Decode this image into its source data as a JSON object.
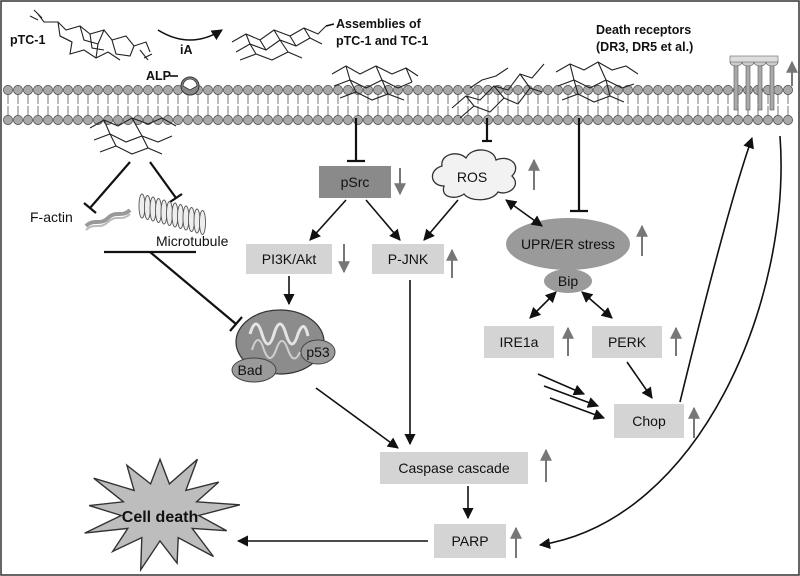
{
  "labels": {
    "ptc1": "pTC-1",
    "ia": "iA",
    "alp": "ALP",
    "assemblies_line1": "Assemblies of",
    "assemblies_line2": "pTC-1 and TC-1",
    "death_receptors_line1": "Death receptors",
    "death_receptors_line2": "(DR3, DR5 et al.)",
    "factin": "F-actin",
    "microtubule": "Microtubule",
    "psrc": "pSrc",
    "ros": "ROS",
    "upr": "UPR/ER stress",
    "bip": "Bip",
    "pi3k": "PI3K/Akt",
    "pjnk": "P-JNK",
    "ire1a": "IRE1a",
    "perk": "PERK",
    "chop": "Chop",
    "bad": "Bad",
    "p53": "p53",
    "caspase": "Caspase cascade",
    "parp": "PARP",
    "cell_death": "Cell death"
  },
  "trends": {
    "psrc": "down",
    "ros": "up",
    "upr": "up",
    "pi3k": "down",
    "pjnk": "up",
    "ire1a": "up",
    "perk": "up",
    "chop": "up",
    "caspase": "up",
    "parp": "up",
    "death_receptors": "up"
  },
  "colors": {
    "box_light": "#d4d4d4",
    "box_dark": "#8a8a8a",
    "ellipse": "#9a9a9a",
    "membrane_head": "#a8a8a8",
    "trend_arrow": "#777777"
  }
}
